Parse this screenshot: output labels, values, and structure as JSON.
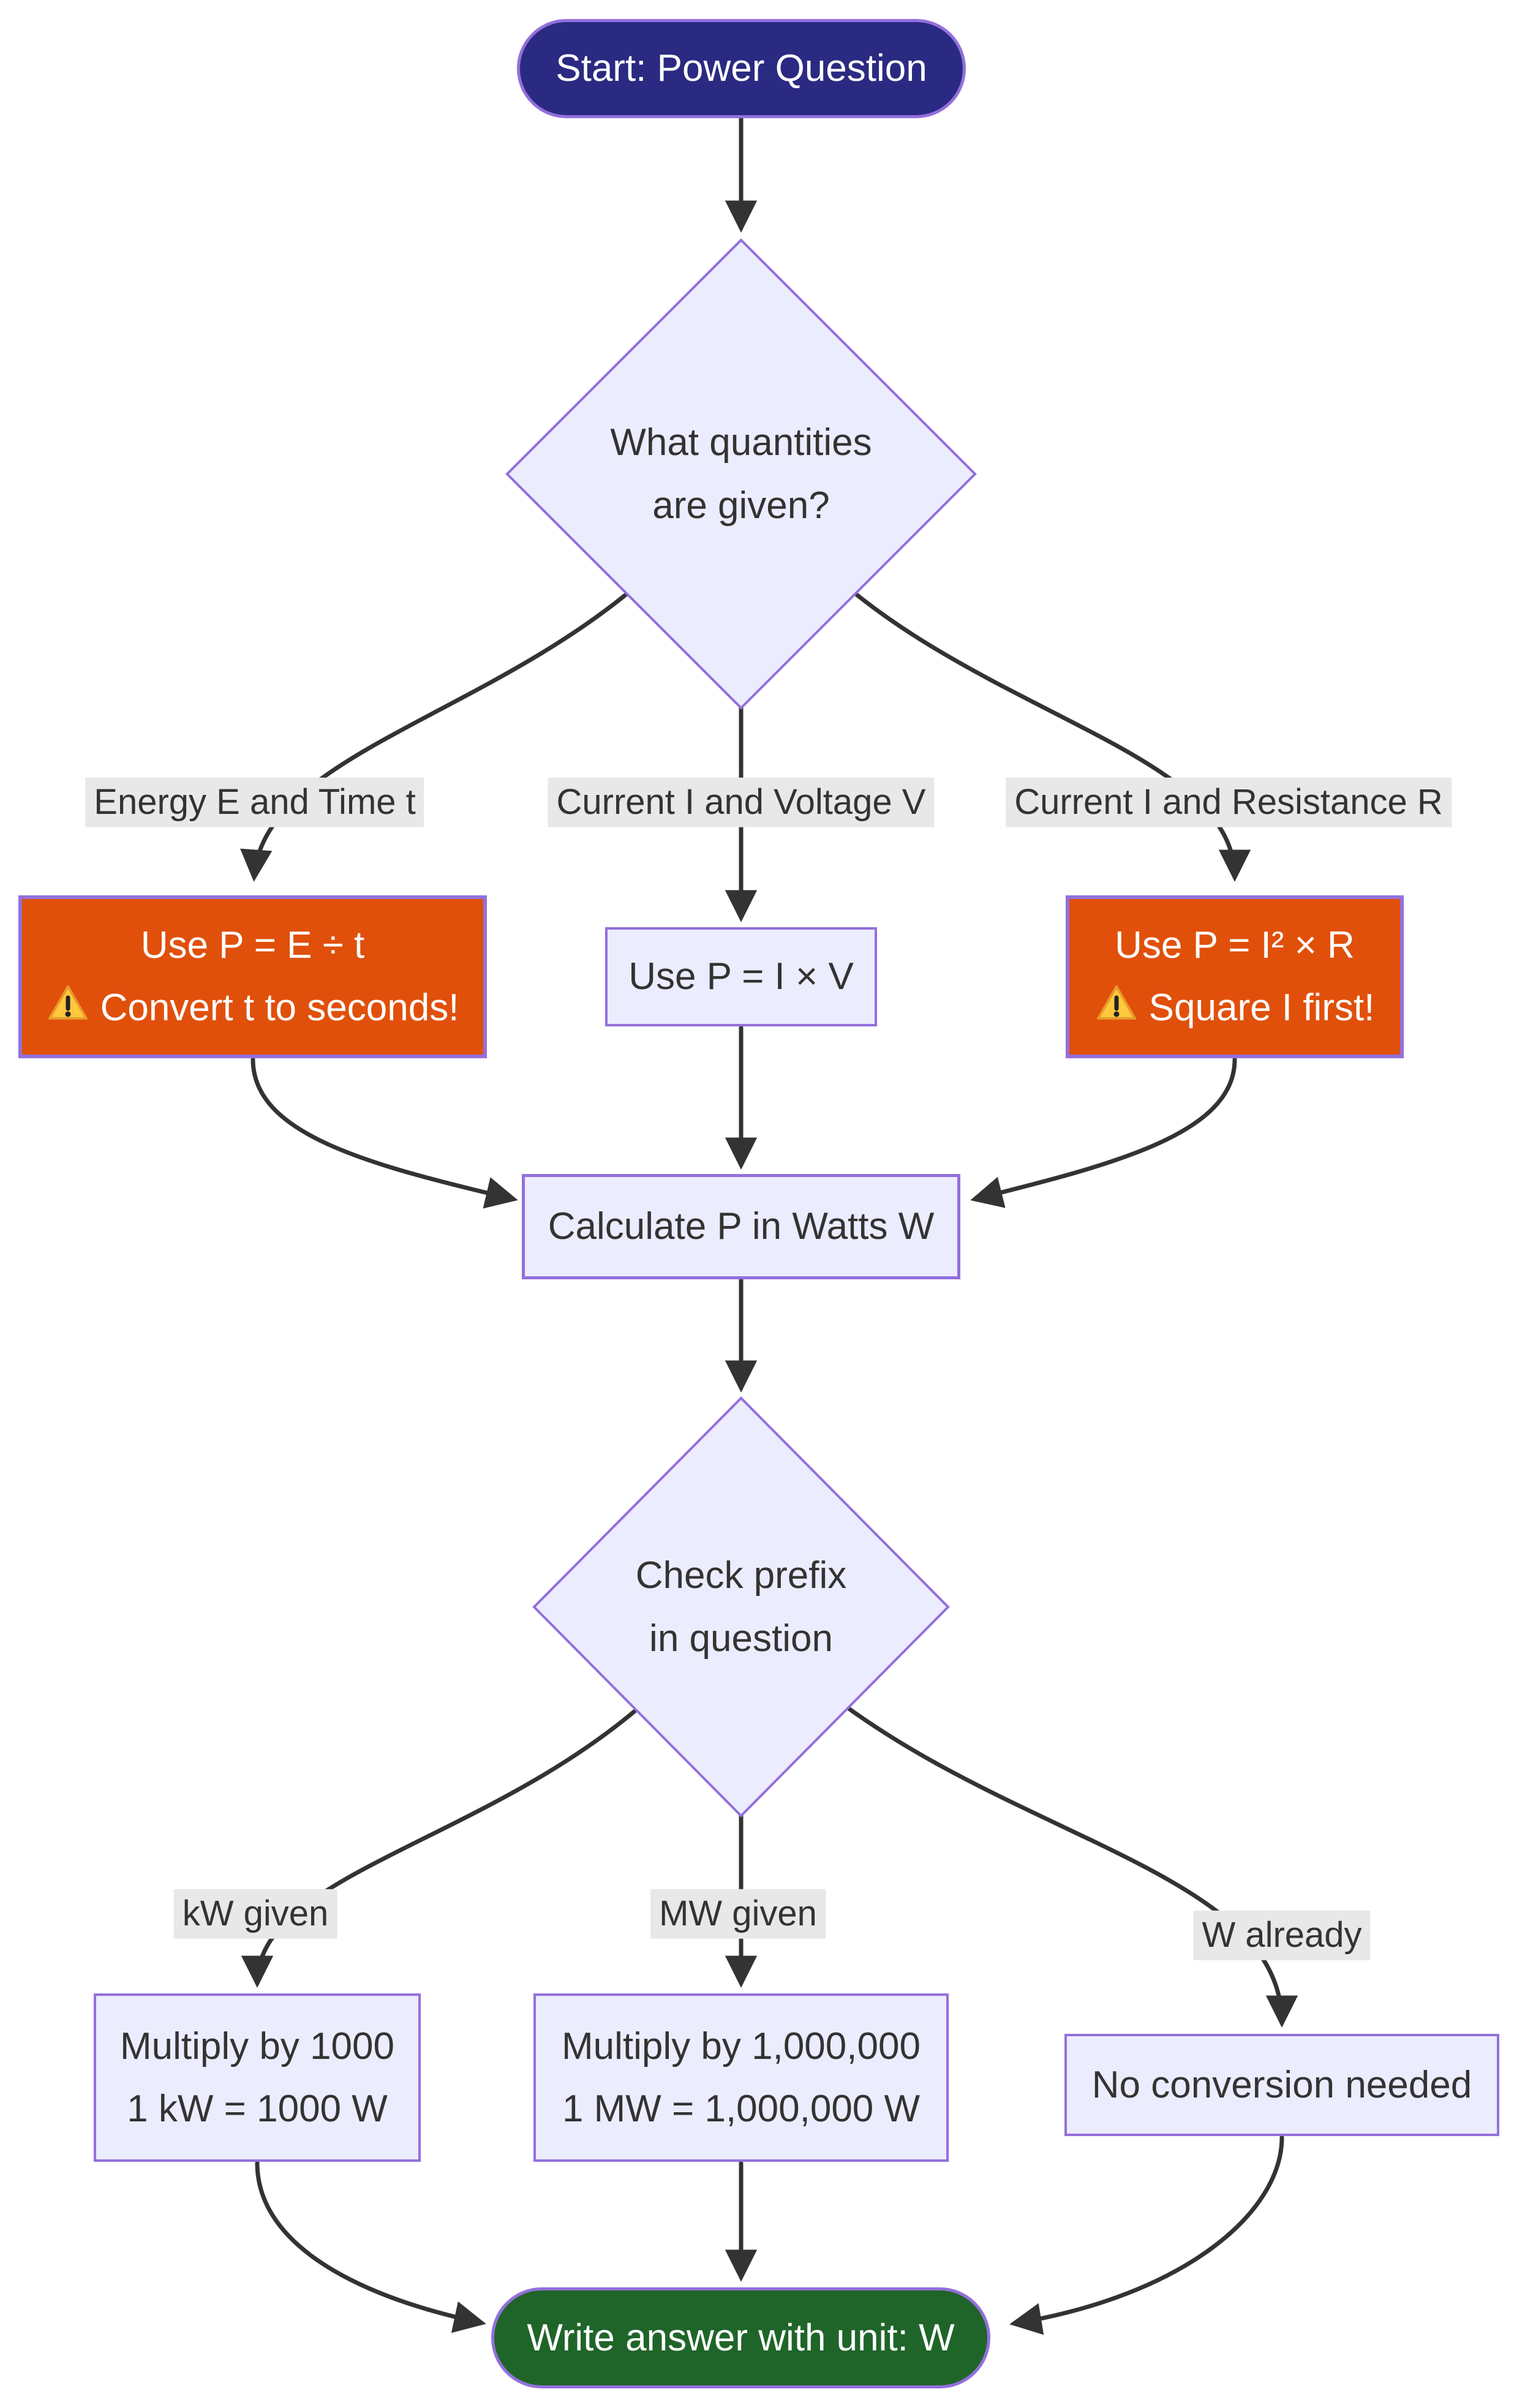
{
  "title": "Power question flowchart",
  "colors": {
    "text_dark": "#333333",
    "text_light": "#ffffff",
    "edge_color": "#333333",
    "border_purple": "#9370DB",
    "box_fill": "#ECECFF",
    "label_bg": "#e8e8e8",
    "start_fill": "#2a2a82",
    "end_fill": "#1f6529",
    "orange_fill": "#e0500a",
    "warning_fill": "#FFC83D",
    "warning_edge": "#E89A2B",
    "warning_mark": "#222222"
  },
  "nodes": {
    "start": {
      "label": "Start: Power Question"
    },
    "decision1": {
      "line1": "What quantities",
      "line2": "are given?"
    },
    "formula_energy": {
      "line1": "Use P = E ÷ t",
      "line2": "Convert t to seconds!",
      "warning_icon": "warning-triangle"
    },
    "formula_iv": {
      "label": "Use P = I × V"
    },
    "formula_ir": {
      "line1": "Use P = I² × R",
      "line2": "Square I first!",
      "warning_icon": "warning-triangle"
    },
    "calculate": {
      "label": "Calculate P in Watts W"
    },
    "decision2": {
      "line1": "Check prefix",
      "line2": "in question"
    },
    "multiply_kw": {
      "line1": "Multiply by 1000",
      "line2": "1 kW = 1000 W"
    },
    "multiply_mw": {
      "line1": "Multiply by 1,000,000",
      "line2": "1 MW = 1,000,000 W"
    },
    "no_conversion": {
      "label": "No conversion needed"
    },
    "end": {
      "label": "Write answer with unit: W"
    }
  },
  "edge_labels": {
    "energy_time": "Energy E and Time t",
    "current_voltage": "Current I and Voltage V",
    "current_resistance": "Current I and Resistance R",
    "kw_given": "kW given",
    "mw_given": "MW given",
    "w_already": "W already"
  }
}
